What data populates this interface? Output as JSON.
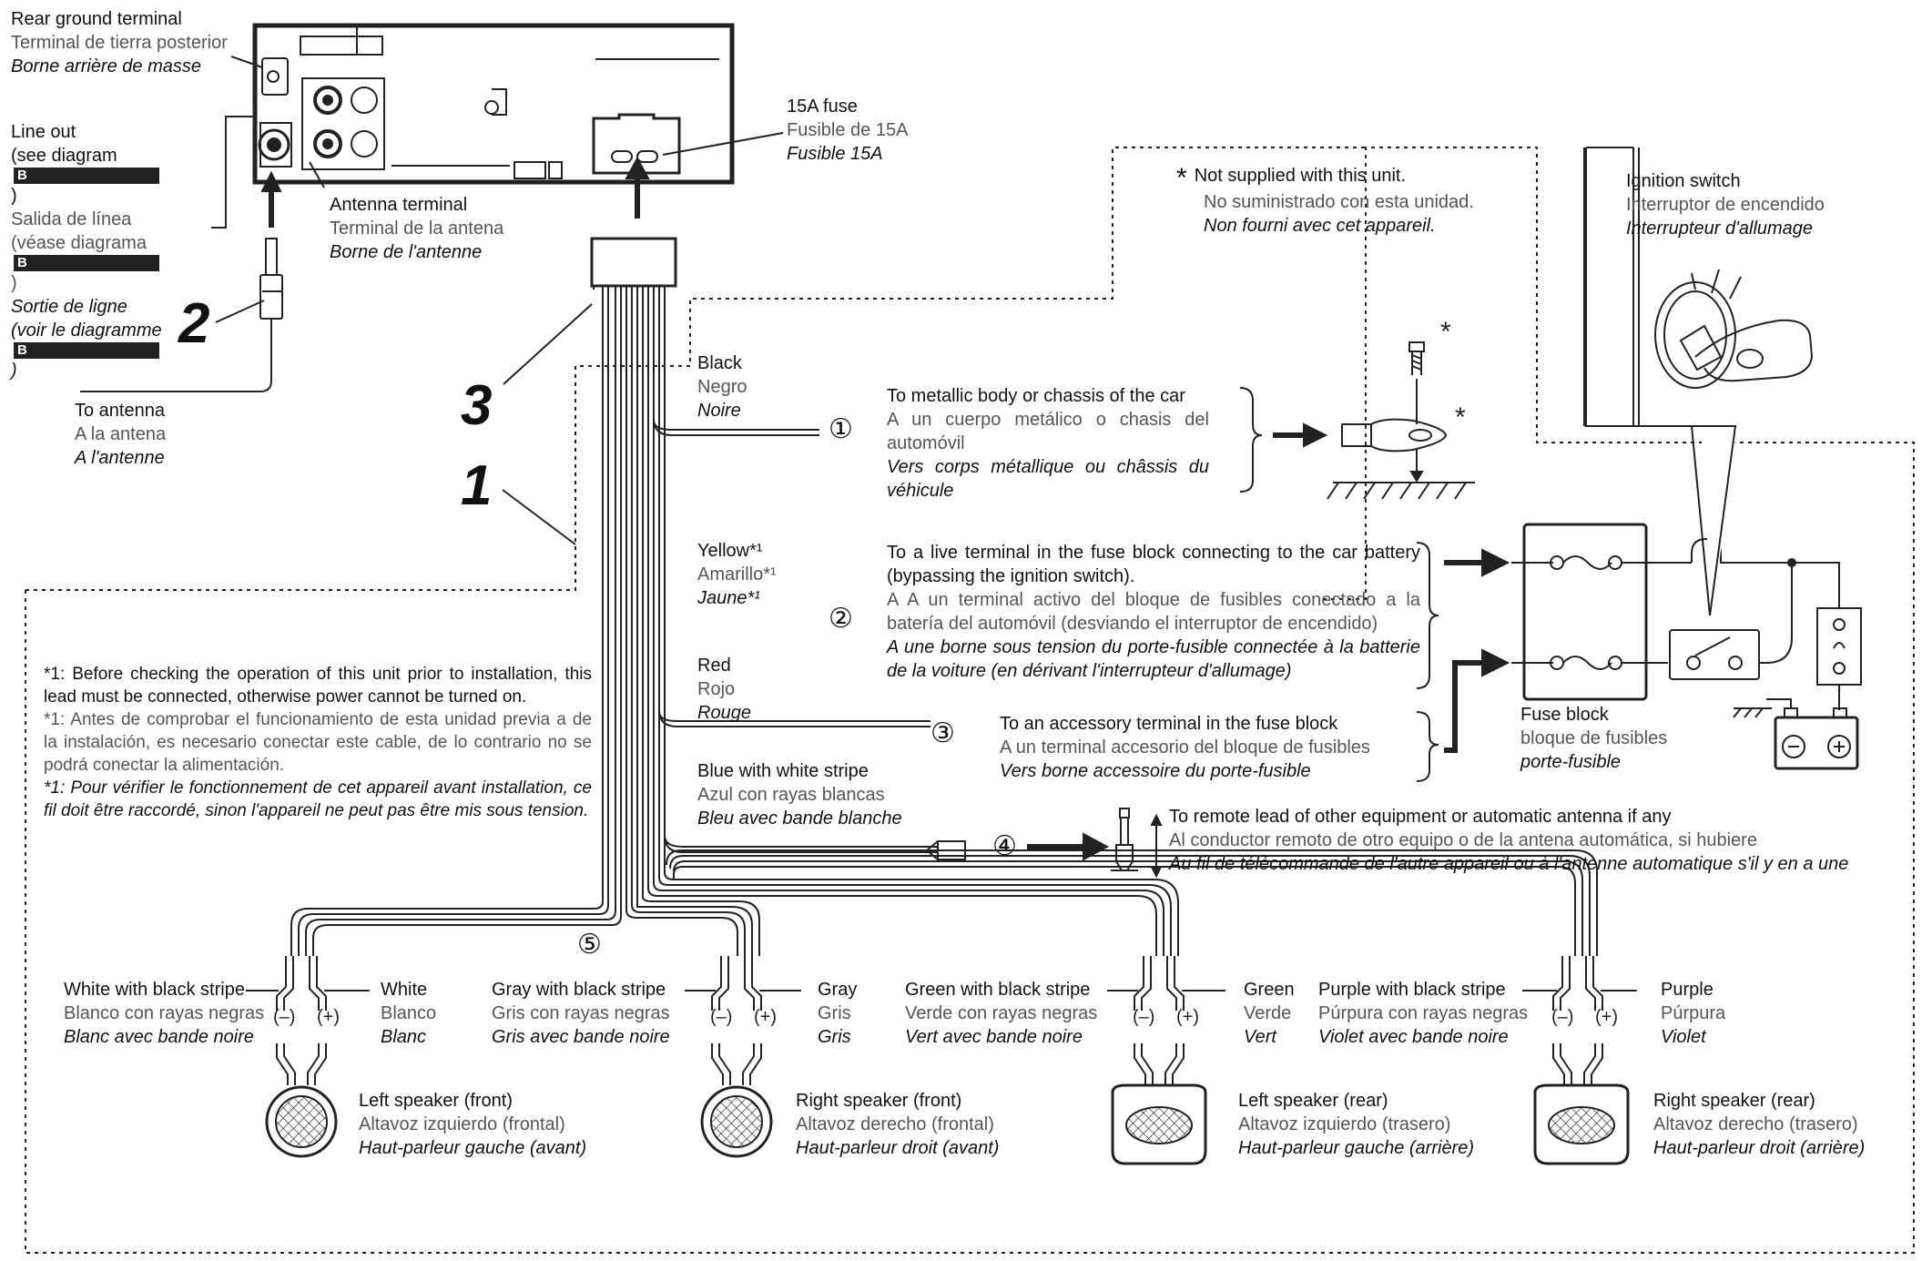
{
  "labels": {
    "rear_ground": {
      "en": "Rear ground terminal",
      "es": "Terminal de tierra posterior",
      "fr": "Borne arrière de masse"
    },
    "line_out": {
      "en": "Line out",
      "en2": "(see diagram",
      "es": "Salida de línea",
      "es2": "(véase diagrama",
      "fr": "Sortie de ligne",
      "fr2": "(voir le diagramme",
      "diagram_ref": "B"
    },
    "antenna_terminal": {
      "en": "Antenna terminal",
      "es": "Terminal de la antena",
      "fr": "Borne de l'antenne"
    },
    "to_antenna": {
      "en": "To antenna",
      "es": "A la antena",
      "fr": "A l'antenne"
    },
    "fuse15": {
      "en": "15A fuse",
      "es": "Fusible de 15A",
      "fr": "Fusible 15A"
    },
    "not_supplied": {
      "mark": "*",
      "en": "Not supplied with this unit.",
      "es": "No suministrado con esta unidad.",
      "fr": "Non fourni avec cet appareil."
    },
    "ignition_switch": {
      "en": "Ignition switch",
      "es": "Interruptor de encendido",
      "fr": "Interrupteur d'allumage"
    },
    "fuse_block": {
      "en": "Fuse block",
      "es": "bloque de fusibles",
      "fr": "porte-fusible"
    }
  },
  "numbers": {
    "n1": "1",
    "n2": "2",
    "n3": "3"
  },
  "wires": {
    "black": {
      "en": "Black",
      "es": "Negro",
      "fr": "Noire"
    },
    "yellow": {
      "en": "Yellow*¹",
      "es": "Amarillo*¹",
      "fr": "Jaune*¹"
    },
    "red": {
      "en": "Red",
      "es": "Rojo",
      "fr": "Rouge"
    },
    "blue": {
      "en": "Blue with white stripe",
      "es": "Azul con rayas blancas",
      "fr": "Bleu avec bande blanche"
    }
  },
  "connections": {
    "c1": {
      "num": "①",
      "en": "To metallic body or chassis of the car",
      "es": "A un cuerpo metálico o chasis del automóvil",
      "fr": "Vers corps métallique ou châssis du véhicule"
    },
    "c2": {
      "num": "②",
      "en": "To a live terminal in the fuse block connecting to the car battery (bypassing the ignition switch).",
      "es": "A A un terminal activo del bloque de fusibles conectado a la batería del automóvil (desviando el interruptor de encendido)",
      "fr": "A une borne sous tension du porte-fusible connectée à la batterie de la voiture (en dérivant l'interrupteur d'allumage)"
    },
    "c3": {
      "num": "③",
      "en": "To an accessory terminal in the fuse block",
      "es": "A un terminal accesorio del bloque de fusibles",
      "fr": "Vers borne accessoire du porte-fusible"
    },
    "c4": {
      "num": "④",
      "en": "To remote lead of other equipment or automatic antenna if any",
      "es": "Al conductor remoto de otro equipo o de la antena automática, si hubiere",
      "fr": "Au fil de télécommande de l'autre appareil ou à l'antenne automatique s'il y en a une"
    },
    "c5": {
      "num": "⑤"
    }
  },
  "note": {
    "en": "*1: Before checking the operation of this unit prior to installation, this lead must be connected, otherwise power cannot be turned on.",
    "es": "*1: Antes de comprobar el funcionamiento de esta unidad previa a de la instalación, es necesario conectar este cable, de lo contrario no se podrá conectar la alimentación.",
    "fr": "*1: Pour vérifier le fonctionnement de cet appareil avant installation, ce fil doit être raccordé, sinon l'appareil ne peut pas être mis sous tension."
  },
  "speaker_wires": [
    {
      "neg": {
        "en": "White with black stripe",
        "es": "Blanco con rayas negras",
        "fr": "Blanc avec bande noire"
      },
      "pos": {
        "en": "White",
        "es": "Blanco",
        "fr": "Blanc"
      }
    },
    {
      "neg": {
        "en": "Gray with black stripe",
        "es": "Gris con rayas negras",
        "fr": "Gris avec bande noire"
      },
      "pos": {
        "en": "Gray",
        "es": "Gris",
        "fr": "Gris"
      }
    },
    {
      "neg": {
        "en": "Green with black stripe",
        "es": "Verde con rayas negras",
        "fr": "Vert avec bande noire"
      },
      "pos": {
        "en": "Green",
        "es": "Verde",
        "fr": "Vert"
      }
    },
    {
      "neg": {
        "en": "Purple with black stripe",
        "es": "Púrpura con rayas negras",
        "fr": "Violet avec bande noire"
      },
      "pos": {
        "en": "Purple",
        "es": "Púrpura",
        "fr": "Violet"
      }
    }
  ],
  "polarity": {
    "neg": "(–)",
    "pos": "(+)"
  },
  "speakers": [
    {
      "en": "Left speaker (front)",
      "es": "Altavoz izquierdo (frontal)",
      "fr": "Haut-parleur gauche (avant)"
    },
    {
      "en": "Right speaker (front)",
      "es": "Altavoz derecho (frontal)",
      "fr": "Haut-parleur droit (avant)"
    },
    {
      "en": "Left speaker (rear)",
      "es": "Altavoz izquierdo (trasero)",
      "fr": "Haut-parleur gauche (arrière)"
    },
    {
      "en": "Right speaker (rear)",
      "es": "Altavoz derecho (trasero)",
      "fr": "Haut-parleur droit (arrière)"
    }
  ]
}
